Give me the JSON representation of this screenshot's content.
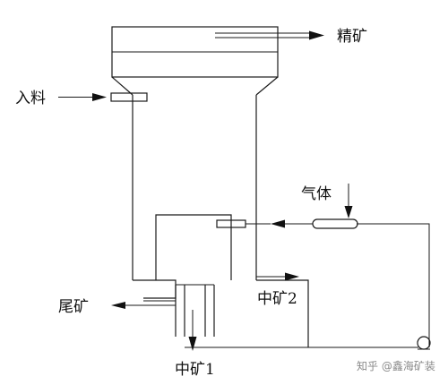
{
  "diagram": {
    "labels": {
      "concentrate": "精矿",
      "feed": "入料",
      "gas": "气体",
      "tailings": "尾矿",
      "middlings_1": "中矿1",
      "middlings_2": "中矿2"
    },
    "watermark": "知乎 @鑫海矿装"
  }
}
